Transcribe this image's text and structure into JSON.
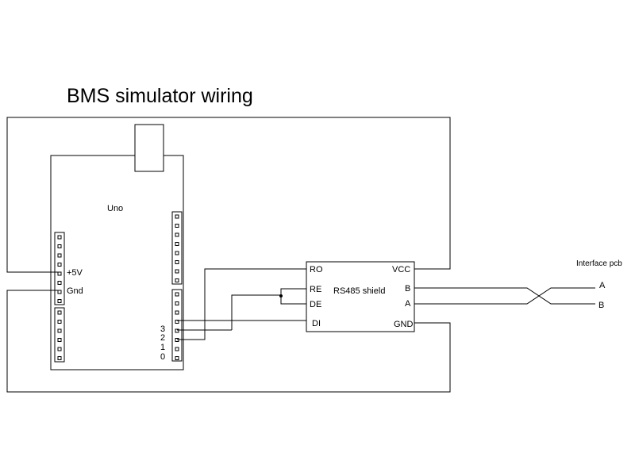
{
  "title": "BMS simulator wiring",
  "uno": {
    "label": "Uno",
    "power_pins": {
      "vcc": "+5V",
      "gnd": "Gnd"
    },
    "digital_pins": [
      "3",
      "2",
      "1",
      "0"
    ]
  },
  "rs485": {
    "label": "RS485 shield",
    "pins": {
      "ro": "RO",
      "re": "RE",
      "de": "DE",
      "di": "DI",
      "vcc": "VCC",
      "b": "B",
      "a": "A",
      "gnd": "GND"
    }
  },
  "interface": {
    "label": "Interface pcb",
    "line_a": "A",
    "line_b": "B"
  }
}
